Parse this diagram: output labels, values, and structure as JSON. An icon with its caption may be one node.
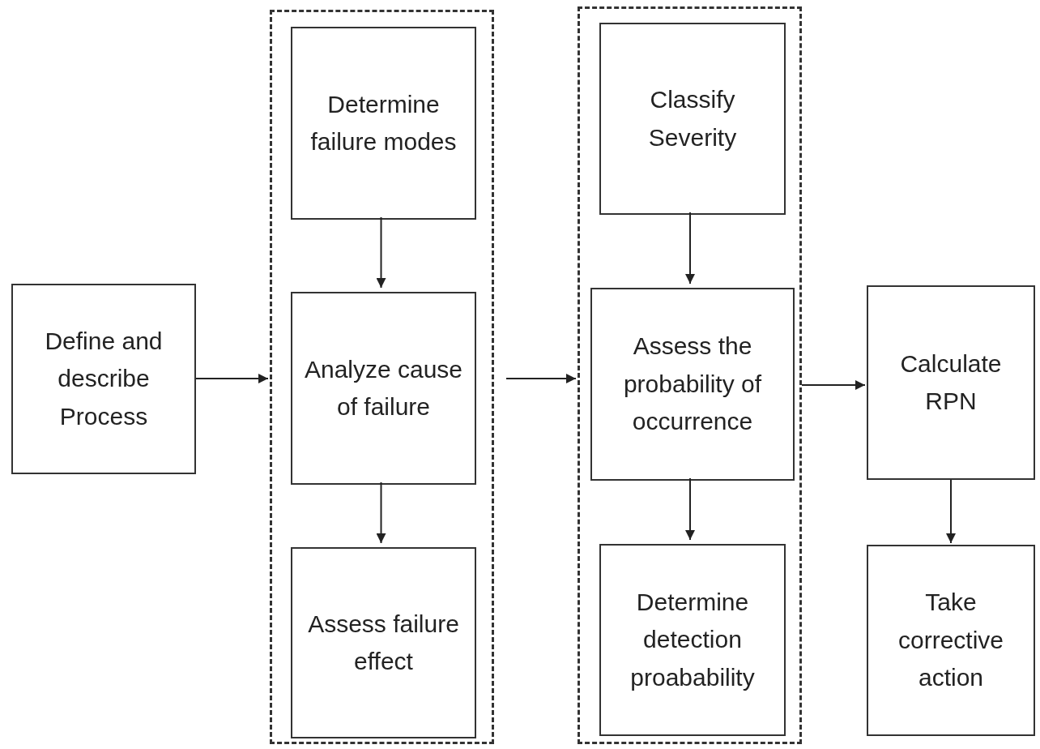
{
  "diagram": {
    "nodes": [
      {
        "text": [
          "Define and describe Process"
        ]
      },
      {
        "text": [],
        "shape": "box"
      },
      {
        "text": [
          "Determine failure modes"
        ],
        "in": 1
      },
      {
        "text": [
          "Analyze cause of failure"
        ],
        "in": 1
      },
      {
        "text": [
          "Assess failure effect"
        ],
        "in": 1
      },
      {
        "text": [],
        "shape": "box"
      },
      {
        "text": [
          "Classify Severity"
        ],
        "in": 5
      },
      {
        "text": [
          "Assess the probability of occurrence"
        ],
        "in": 5
      },
      {
        "text": [
          "Determine detection proabability"
        ],
        "in": 5
      },
      {
        "text": [
          "Calculate RPN"
        ]
      },
      {
        "text": [
          "Take corrective action"
        ]
      }
    ],
    "edges": [
      {
        "from": 0,
        "to": 1,
        "arrow": "to"
      },
      {
        "from": 2,
        "to": 3,
        "arrow": "to"
      },
      {
        "from": 3,
        "to": 4,
        "arrow": "to"
      },
      {
        "from": 1,
        "to": 5,
        "arrow": "to"
      },
      {
        "from": 6,
        "to": 7,
        "arrow": "to"
      },
      {
        "from": 7,
        "to": 8,
        "arrow": "to"
      },
      {
        "from": 5,
        "to": 9,
        "arrow": "to"
      },
      {
        "from": 9,
        "to": 10,
        "arrow": "to"
      }
    ]
  }
}
